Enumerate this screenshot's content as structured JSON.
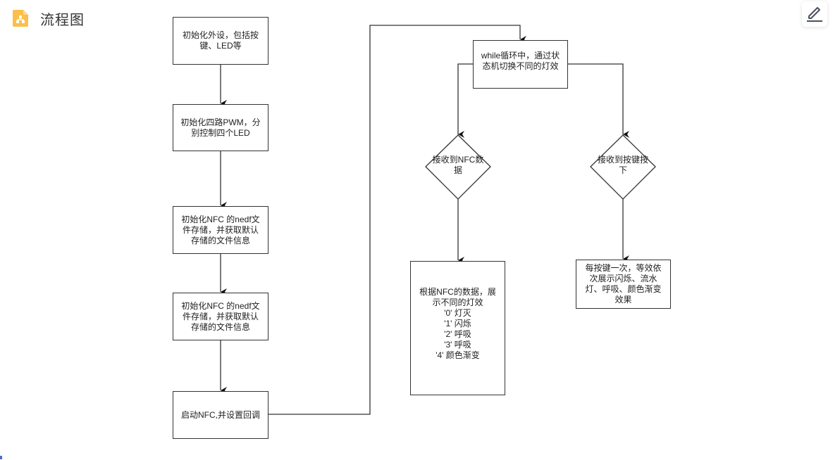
{
  "header": {
    "title": "流程图",
    "icon": "flowchart-file-icon",
    "icon_color": "#FBBF4A"
  },
  "toolbar": {
    "edit_icon": "pencil-edit-icon"
  },
  "flowchart": {
    "nodes": [
      {
        "id": "n1",
        "shape": "rectangle",
        "text": "初始化外设，包括按\n键、LED等"
      },
      {
        "id": "n2",
        "shape": "rectangle",
        "text": "初始化四路PWM，分\n别控制四个LED"
      },
      {
        "id": "n3",
        "shape": "rectangle",
        "text": "初始化NFC 的nedf文\n件存储，并获取默认\n存储的文件信息"
      },
      {
        "id": "n4",
        "shape": "rectangle",
        "text": "初始化NFC 的nedf文\n件存储，并获取默认\n存储的文件信息"
      },
      {
        "id": "n5",
        "shape": "rectangle",
        "text": "启动NFC,并设置回调"
      },
      {
        "id": "n6",
        "shape": "rectangle",
        "text": "while循环中，通过状\n态机切换不同的灯效"
      },
      {
        "id": "d1",
        "shape": "diamond",
        "text": "接收到NFC数\n据"
      },
      {
        "id": "d2",
        "shape": "diamond",
        "text": "接收到按键按\n下"
      },
      {
        "id": "n7",
        "shape": "rectangle",
        "text": "根据NFC的数据，展\n示不同的灯效\n'0'  灯灭\n'1' 闪烁\n'2'  呼吸\n'3'  呼吸\n'4' 颜色渐变"
      },
      {
        "id": "n8",
        "shape": "rectangle",
        "text": "每按键一次，等效依\n次展示闪烁、流水\n灯、呼吸、颜色渐变\n效果"
      }
    ],
    "edges": [
      {
        "from": "n1",
        "to": "n2"
      },
      {
        "from": "n2",
        "to": "n3"
      },
      {
        "from": "n3",
        "to": "n4"
      },
      {
        "from": "n4",
        "to": "n5"
      },
      {
        "from": "n5",
        "to": "n6"
      },
      {
        "from": "n6",
        "to": "d1"
      },
      {
        "from": "n6",
        "to": "d2"
      },
      {
        "from": "d1",
        "to": "n7"
      },
      {
        "from": "d2",
        "to": "n8"
      }
    ],
    "line_color": "#333333"
  }
}
